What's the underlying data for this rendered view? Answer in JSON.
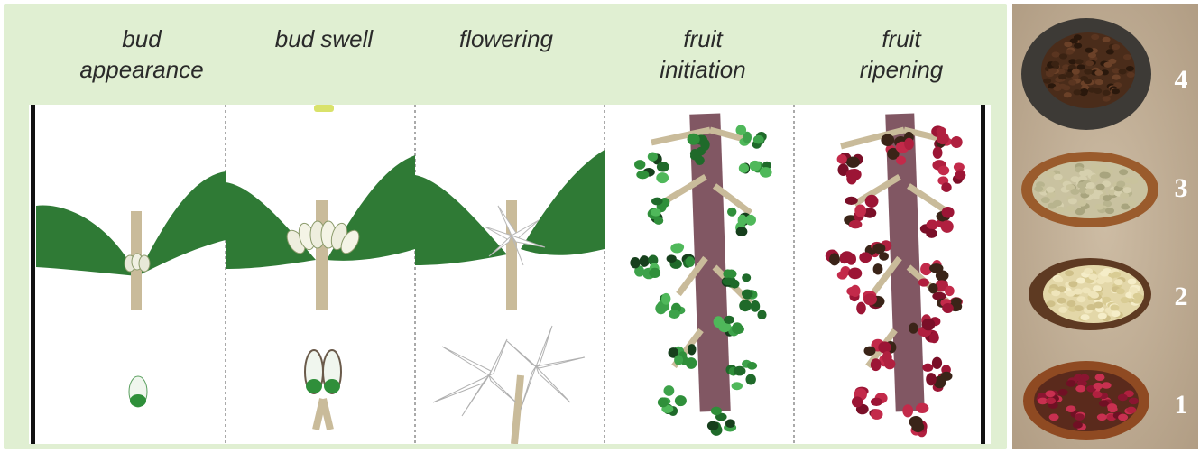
{
  "stages": [
    {
      "id": "bud-appearance",
      "label": "bud\nappearance"
    },
    {
      "id": "bud-swell",
      "label": "bud swell"
    },
    {
      "id": "flowering",
      "label": "flowering"
    },
    {
      "id": "fruit-initiation",
      "label": "fruit\ninitiation"
    },
    {
      "id": "fruit-ripening",
      "label": "fruit\nripening"
    }
  ],
  "bowls": [
    {
      "number": "4",
      "content": "roasted-beans"
    },
    {
      "number": "3",
      "content": "green-beans"
    },
    {
      "number": "2",
      "content": "parchment-beans"
    },
    {
      "number": "1",
      "content": "red-cherries"
    }
  ],
  "colors": {
    "panel_background": "#e0efd2",
    "leaf": "#2f7a35",
    "stem": "#c9bb9a",
    "green_fruit": "#2f8f3a",
    "ripe_fruit": "#9c1535",
    "branch_trunk": "#6b3a48"
  }
}
